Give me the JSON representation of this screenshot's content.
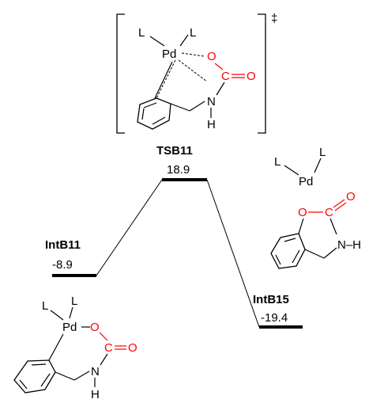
{
  "colors": {
    "carbamate": "#ff0000",
    "line": "#000000"
  },
  "states": [
    {
      "id": "IntB11",
      "label": "IntB11",
      "energy": "-8.9"
    },
    {
      "id": "TSB11",
      "label": "TSB11",
      "energy": "18.9"
    },
    {
      "id": "IntB15",
      "label": "IntB15",
      "energy": "-19.4"
    }
  ],
  "ts_marker": "‡",
  "atoms": {
    "ligand": "L",
    "palladium": "Pd",
    "oxygen": "O",
    "carbon": "C",
    "nitrogen": "N",
    "hydrogen": "H",
    "nh_right": "N–H"
  }
}
